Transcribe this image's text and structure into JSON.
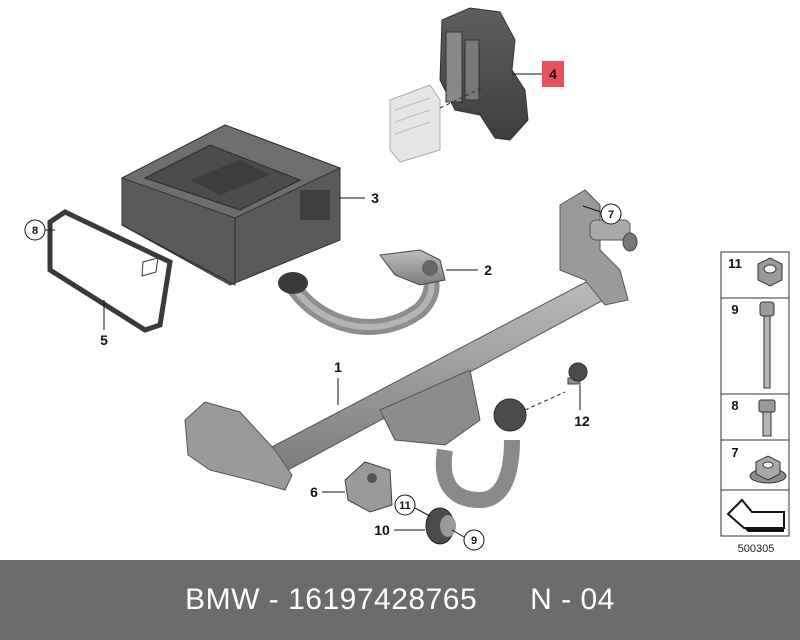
{
  "diagram": {
    "callouts": {
      "c1": "1",
      "c2": "2",
      "c3": "3",
      "c4": "4",
      "c5": "5",
      "c6": "6",
      "c7": "7",
      "c8": "8",
      "c9": "9",
      "c10": "10",
      "c11": "11",
      "c12": "12"
    },
    "side_panel": {
      "items": [
        {
          "label": "11",
          "part": "nut-icon"
        },
        {
          "label": "9",
          "part": "bolt-long-icon"
        },
        {
          "label": "8",
          "part": "bolt-short-icon"
        },
        {
          "label": "7",
          "part": "flange-nut-icon"
        },
        {
          "label": "",
          "part": "arrow-symbol-icon"
        }
      ]
    },
    "reference_id": "500305",
    "highlight_color": "#e8505b"
  },
  "footer": {
    "text": "BMW - 16197428765      N - 04",
    "background": "#6b6b6b"
  }
}
